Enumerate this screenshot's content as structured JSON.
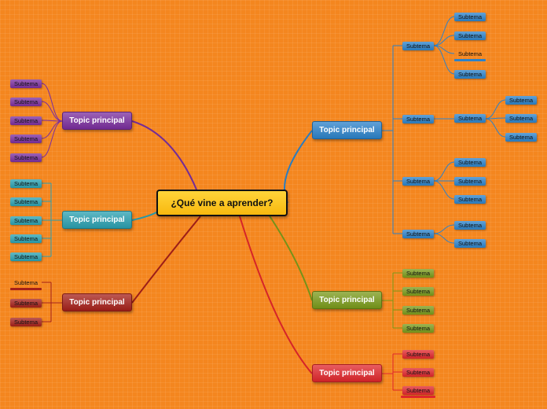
{
  "center": {
    "label": "¿Qué vine a aprender?"
  },
  "colors": {
    "blue": "#2c82c9",
    "purple": "#7b2e9e",
    "teal": "#2aa0b0",
    "darkred": "#a52019",
    "olive": "#7a9a1a",
    "red": "#e0262b"
  },
  "topics": [
    {
      "label": "Topic principal",
      "color": "blue",
      "groups": [
        {
          "label": "Subtema",
          "children": [
            "Subtema",
            "Subtema",
            "Subtema",
            "Subtema"
          ]
        },
        {
          "label": "Subtema",
          "children": [
            {
              "label": "Subtema",
              "children": [
                "Subtema",
                "Subtema",
                "Subtema"
              ]
            }
          ]
        },
        {
          "label": "Subtema",
          "children": [
            "Subtema",
            "Subtema",
            "Subtema"
          ]
        },
        {
          "label": "Subtema",
          "children": [
            "Subtema",
            "Subtema"
          ]
        }
      ]
    },
    {
      "label": "Topic principal",
      "color": "olive",
      "children": [
        "Subtema",
        "Subtema",
        "Subtema",
        "Subtema"
      ]
    },
    {
      "label": "Topic principal",
      "color": "red",
      "children": [
        "Subtema",
        "Subtema",
        "Subtema"
      ]
    },
    {
      "label": "Topic principal",
      "color": "purple",
      "children": [
        "Subtema",
        "Subtema",
        "Subtema",
        "Subtema",
        "Subtema"
      ]
    },
    {
      "label": "Topic principal",
      "color": "teal",
      "children": [
        "Subtema",
        "Subtema",
        "Subtema",
        "Subtema",
        "Subtema"
      ]
    },
    {
      "label": "Topic principal",
      "color": "darkred",
      "children": [
        "Subtema",
        "Subtema",
        "Subtema"
      ]
    }
  ]
}
